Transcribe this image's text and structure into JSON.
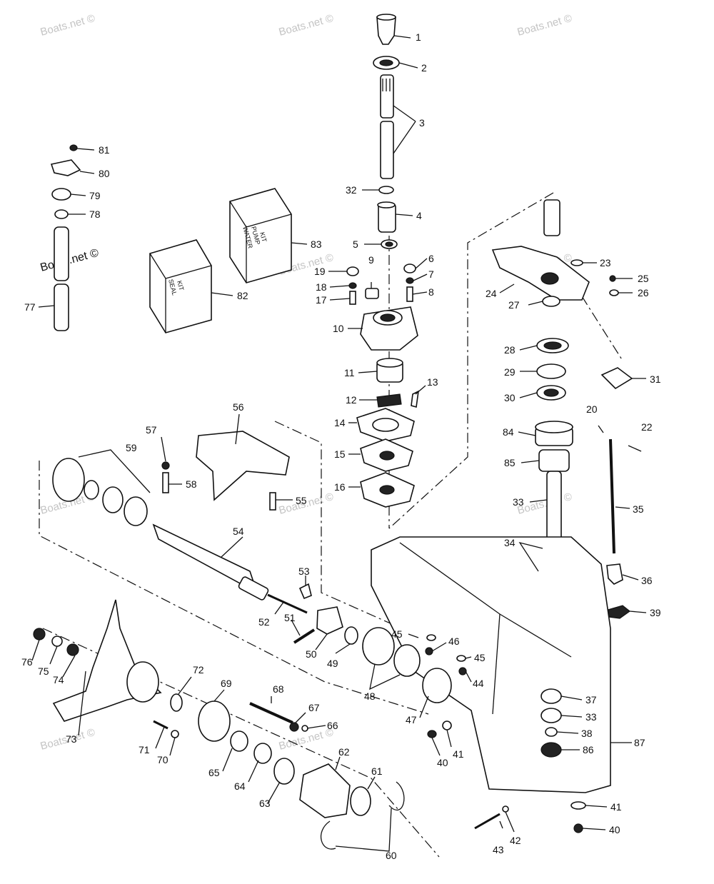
{
  "watermark": "Boats.net ©",
  "kits": {
    "water_pump": [
      "WATER",
      "PUMP",
      "KIT"
    ],
    "seal": [
      "SEAL",
      "KIT"
    ]
  },
  "callouts": {
    "p1": "1",
    "p2": "2",
    "p3": "3",
    "p4": "4",
    "p5": "5",
    "p6": "6",
    "p7": "7",
    "p8": "8",
    "p9": "9",
    "p10": "10",
    "p11": "11",
    "p12": "12",
    "p13": "13",
    "p14": "14",
    "p15": "15",
    "p16": "16",
    "p17": "17",
    "p18": "18",
    "p19": "19",
    "p20": "20",
    "p22": "22",
    "p23": "23",
    "p24": "24",
    "p25": "25",
    "p26": "26",
    "p27": "27",
    "p28": "28",
    "p29": "29",
    "p30": "30",
    "p31": "31",
    "p32": "32",
    "p33a": "33",
    "p33b": "33",
    "p34": "34",
    "p35": "35",
    "p36": "36",
    "p37": "37",
    "p38": "38",
    "p39": "39",
    "p40a": "40",
    "p40b": "40",
    "p41a": "41",
    "p41b": "41",
    "p42": "42",
    "p43": "43",
    "p44": "44",
    "p45a": "45",
    "p45b": "45",
    "p46": "46",
    "p47": "47",
    "p48": "48",
    "p49": "49",
    "p50": "50",
    "p51": "51",
    "p52": "52",
    "p53": "53",
    "p54": "54",
    "p55": "55",
    "p56": "56",
    "p57": "57",
    "p58": "58",
    "p59": "59",
    "p60": "60",
    "p61": "61",
    "p62": "62",
    "p63": "63",
    "p64": "64",
    "p65": "65",
    "p66": "66",
    "p67": "67",
    "p68": "68",
    "p69": "69",
    "p70": "70",
    "p71": "71",
    "p72": "72",
    "p73": "73",
    "p74": "74",
    "p75": "75",
    "p76": "76",
    "p77": "77",
    "p78": "78",
    "p79": "79",
    "p80": "80",
    "p81": "81",
    "p82": "82",
    "p83": "83",
    "p84": "84",
    "p85": "85",
    "p86": "86",
    "p87": "87"
  }
}
